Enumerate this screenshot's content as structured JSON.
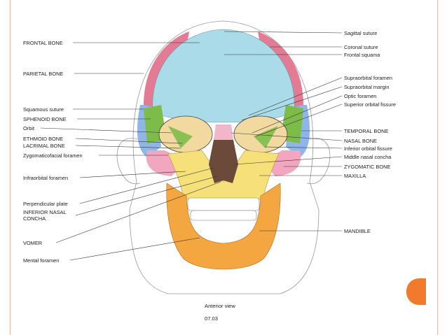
{
  "labels_left": [
    {
      "id": "frontal-bone",
      "text": "FRONTAL BONE"
    },
    {
      "id": "parietal-bone",
      "text": "PARIETAL BONE"
    },
    {
      "id": "squamous-suture",
      "text": "Squamous suture"
    },
    {
      "id": "sphenoid-bone",
      "text": "SPHENOID BONE"
    },
    {
      "id": "orbit",
      "text": "Orbit"
    },
    {
      "id": "ethmoid-bone",
      "text": "ETHMOID BONE"
    },
    {
      "id": "lacrimal-bone",
      "text": "LACRIMAL BONE"
    },
    {
      "id": "zygomaticofacial-foramen",
      "text": "Zygomaticofacial foramen"
    },
    {
      "id": "infraorbital-foramen",
      "text": "Infraorbital foramen"
    },
    {
      "id": "perpendicular-plate",
      "text": "Perpendicular plate"
    },
    {
      "id": "inferior-nasal-concha-1",
      "text": "INFERIOR NASAL"
    },
    {
      "id": "inferior-nasal-concha-2",
      "text": "CONCHA"
    },
    {
      "id": "vomer",
      "text": "VOMER"
    },
    {
      "id": "mental-foramen",
      "text": "Mental foramen"
    }
  ],
  "labels_right": [
    {
      "id": "sagittal-suture",
      "text": "Sagittal suture"
    },
    {
      "id": "coronal-suture",
      "text": "Coronal suture"
    },
    {
      "id": "frontal-squama",
      "text": "Frontal squama"
    },
    {
      "id": "supraorbital-foramen",
      "text": "Supraorbital foramen"
    },
    {
      "id": "supraorbital-margin",
      "text": "Supraorbital margin"
    },
    {
      "id": "optic-foramen",
      "text": "Optic foramen"
    },
    {
      "id": "superior-orbital-fissure",
      "text": "Superior orbital fissure"
    },
    {
      "id": "temporal-bone",
      "text": "TEMPORAL BONE"
    },
    {
      "id": "nasal-bone",
      "text": "NASAL BONE"
    },
    {
      "id": "inferior-orbital-fissure",
      "text": "Inferior orbital fissure"
    },
    {
      "id": "middle-nasal-concha",
      "text": "Middle nasal concha"
    },
    {
      "id": "zygomatic-bone",
      "text": "ZYGOMATIC BONE"
    },
    {
      "id": "maxilla",
      "text": "MAXILLA"
    },
    {
      "id": "mandible",
      "text": "MANDIBLE"
    }
  ],
  "caption": {
    "view": "Anterior view",
    "figure": "07.03"
  },
  "colors": {
    "frontal": "#a9dbe8",
    "parietal": "#e47b95",
    "sphenoid": "#7ebc4a",
    "temporal": "#8fb6e8",
    "zygomatic": "#f3a6c0",
    "maxilla": "#f6e07a",
    "mandible": "#f4a640",
    "nasal": "#f2b5c9",
    "accent": "#f27a2c"
  }
}
